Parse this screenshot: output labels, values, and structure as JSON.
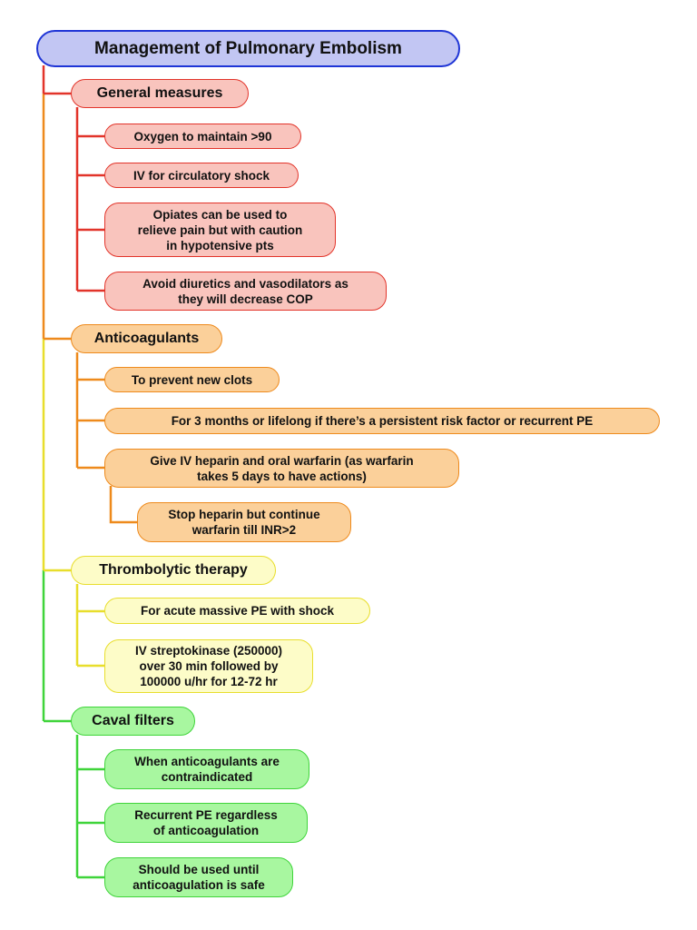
{
  "title": "Management of Pulmonary Embolism",
  "colors": {
    "root_fill": "#c2c6f3",
    "root_stroke": "#1f35d6",
    "red_fill": "#f9c4bd",
    "red_stroke": "#e2342a",
    "orange_fill": "#fbd09a",
    "orange_stroke": "#ee8a1c",
    "yellow_fill": "#fdfcc8",
    "yellow_stroke": "#e8de2c",
    "green_fill": "#a8f7a0",
    "green_stroke": "#3fd43a"
  },
  "branches": [
    {
      "label": "General measures",
      "items": [
        "Oxygen to maintain >90",
        "IV for circulatory shock",
        "Opiates can be used to\nrelieve pain but with caution\nin hypotensive pts",
        "Avoid diuretics and vasodilators as\nthey will decrease COP"
      ]
    },
    {
      "label": "Anticoagulants",
      "items": [
        "To prevent new clots",
        "For 3 months or lifelong if there’s a persistent risk factor or recurrent PE",
        "Give IV heparin and oral warfarin (as warfarin\ntakes 5 days to have actions)"
      ],
      "sub_item": "Stop heparin but continue\nwarfarin till INR>2"
    },
    {
      "label": "Thrombolytic therapy",
      "items": [
        "For acute massive PE with shock",
        "IV streptokinase (250000)\nover 30 min followed by\n100000 u/hr for 12-72 hr"
      ]
    },
    {
      "label": "Caval filters",
      "items": [
        "When anticoagulants are\ncontraindicated",
        "Recurrent PE regardless\nof anticoagulation",
        "Should be used until\nanticoagulation is safe"
      ]
    }
  ]
}
